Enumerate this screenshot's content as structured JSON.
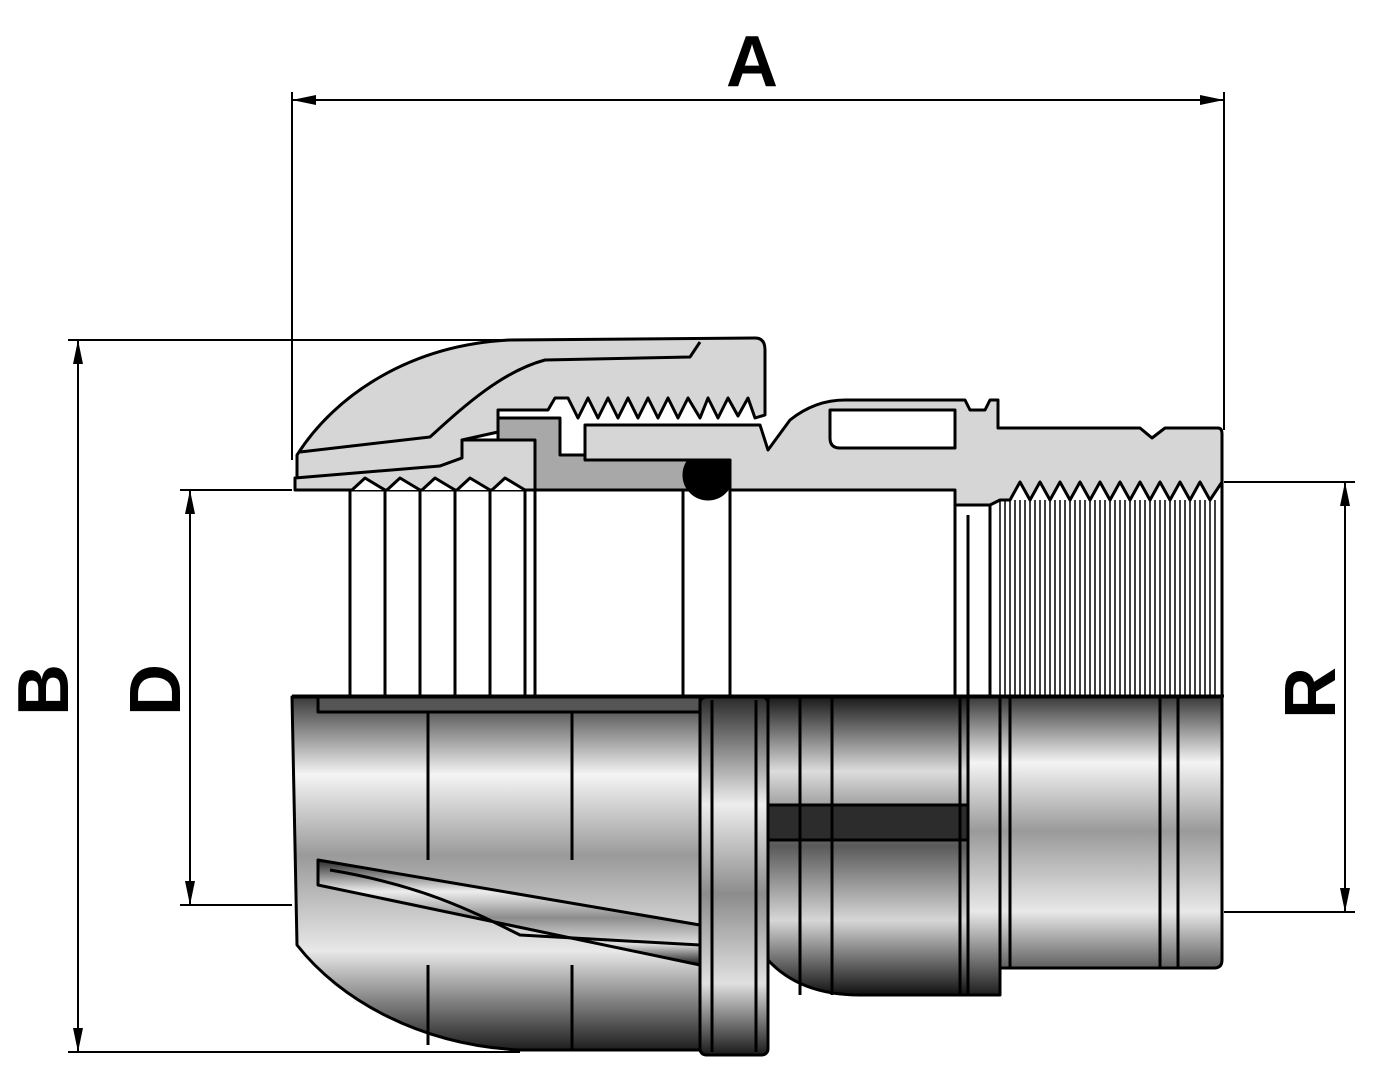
{
  "dimensions": {
    "a_label": "A",
    "b_label": "B",
    "d_label": "D",
    "r_label": "R"
  },
  "colors": {
    "outline": "#000000",
    "section_fill": "#d6d6d6",
    "bore_fill": "#ffffff",
    "seal_fill": "#a9a9a9",
    "oring_fill": "#000000",
    "body_dark": "#2c2c2c",
    "body_light": "#f2f2f2"
  }
}
